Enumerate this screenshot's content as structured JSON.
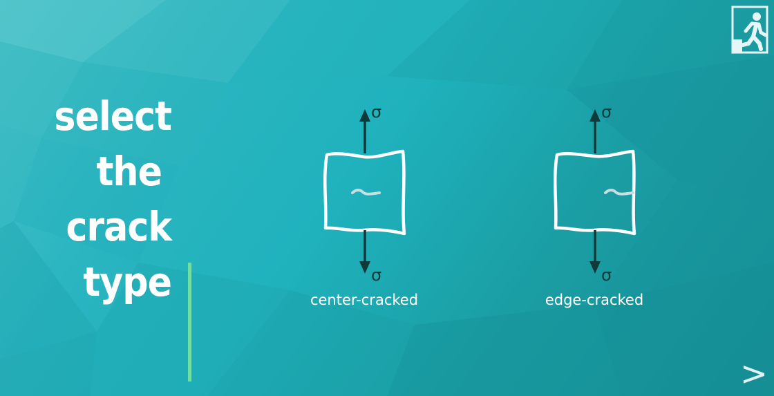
{
  "heading": {
    "line1": "select",
    "line2": "the",
    "line3": "crack",
    "line4": "type"
  },
  "options": [
    {
      "label": "center-cracked",
      "top_symbol": "σ",
      "bottom_symbol": "σ"
    },
    {
      "label": "edge-cracked",
      "top_symbol": "σ",
      "bottom_symbol": "σ"
    }
  ],
  "nav": {
    "next": ">"
  },
  "colors": {
    "accent_line": "#6fe0a0",
    "arrow": "#0f3a3a",
    "plate_outline": "#ffffff",
    "crack": "#c9dede"
  },
  "icons": {
    "exit": "exit-icon",
    "next": "chevron-right-icon"
  }
}
